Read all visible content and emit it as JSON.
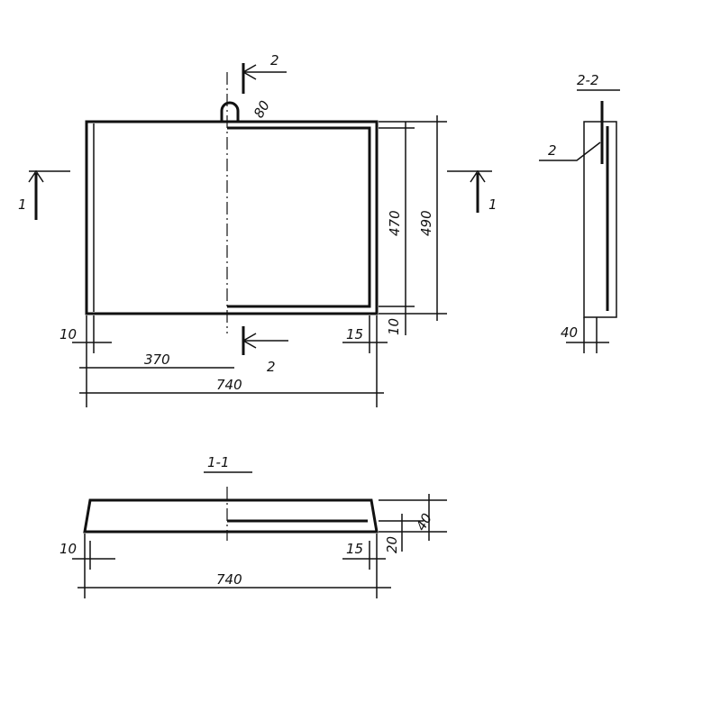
{
  "plan_view": {
    "section_marker_2_top": "2",
    "section_marker_2_bottom": "2",
    "section_marker_1_left": "1",
    "section_marker_1_right": "1",
    "dim_loop": "80",
    "dim_inner_height": "470",
    "dim_outer_height": "490",
    "dim_left_edge": "10",
    "dim_half_width": "370",
    "dim_total_width": "740",
    "dim_right_edge": "15",
    "dim_bottom_edge": "10"
  },
  "section_2_2": {
    "title": "2-2",
    "callout": "2",
    "dim_thickness": "40"
  },
  "section_1_1": {
    "title": "1-1",
    "dim_left_edge": "10",
    "dim_total_width": "740",
    "dim_right_edge": "15",
    "dim_lower": "20",
    "dim_total_height": "40"
  }
}
